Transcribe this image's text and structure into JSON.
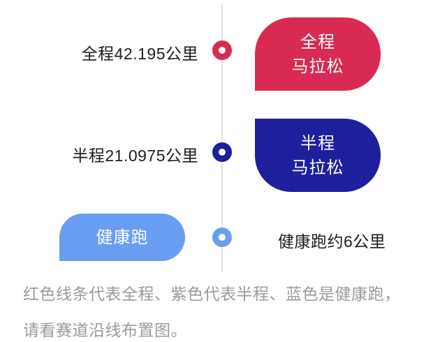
{
  "rows": [
    {
      "label": "全程42.195公里",
      "badge": {
        "line1": "全程",
        "line2": "马拉松"
      },
      "color": "#d82a52"
    },
    {
      "label": "半程21.0975公里",
      "badge": {
        "line1": "半程",
        "line2": "马拉松"
      },
      "color": "#1e1f9c"
    },
    {
      "label": "健康跑约6公里",
      "badge": {
        "line1": "健康跑"
      },
      "color": "#699df1"
    }
  ],
  "caption": {
    "line1": "红色线条代表全程、紫色代表半程、蓝色是健康跑，",
    "line2": "请看赛道沿线布置图。"
  },
  "colors": {
    "full_marathon_red": "#d82a52",
    "half_marathon_indigo": "#1e1f9c",
    "fun_run_blue": "#699df1",
    "timeline_gray": "#e4e4e8",
    "label_dark": "#1c1c22",
    "caption_gray": "#9a9aa0",
    "background": "#ffffff"
  }
}
